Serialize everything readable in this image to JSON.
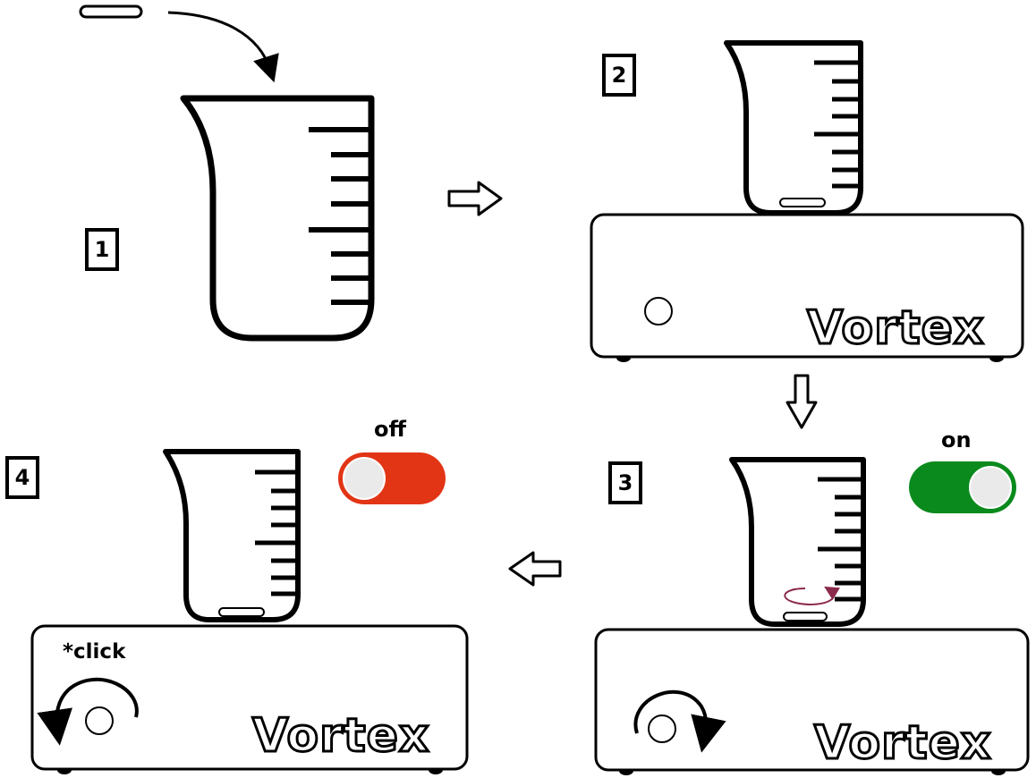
{
  "steps": [
    {
      "number": "1"
    },
    {
      "number": "2"
    },
    {
      "number": "3"
    },
    {
      "number": "4"
    }
  ],
  "device": {
    "brand": "Vortex"
  },
  "toggles": {
    "on": {
      "label": "on",
      "color": "#0a8a1c"
    },
    "off": {
      "label": "off",
      "color": "#e23516"
    }
  },
  "click_label": "*click",
  "colors": {
    "stroke": "#000000",
    "stir_arrow": "#8b2a4a"
  }
}
